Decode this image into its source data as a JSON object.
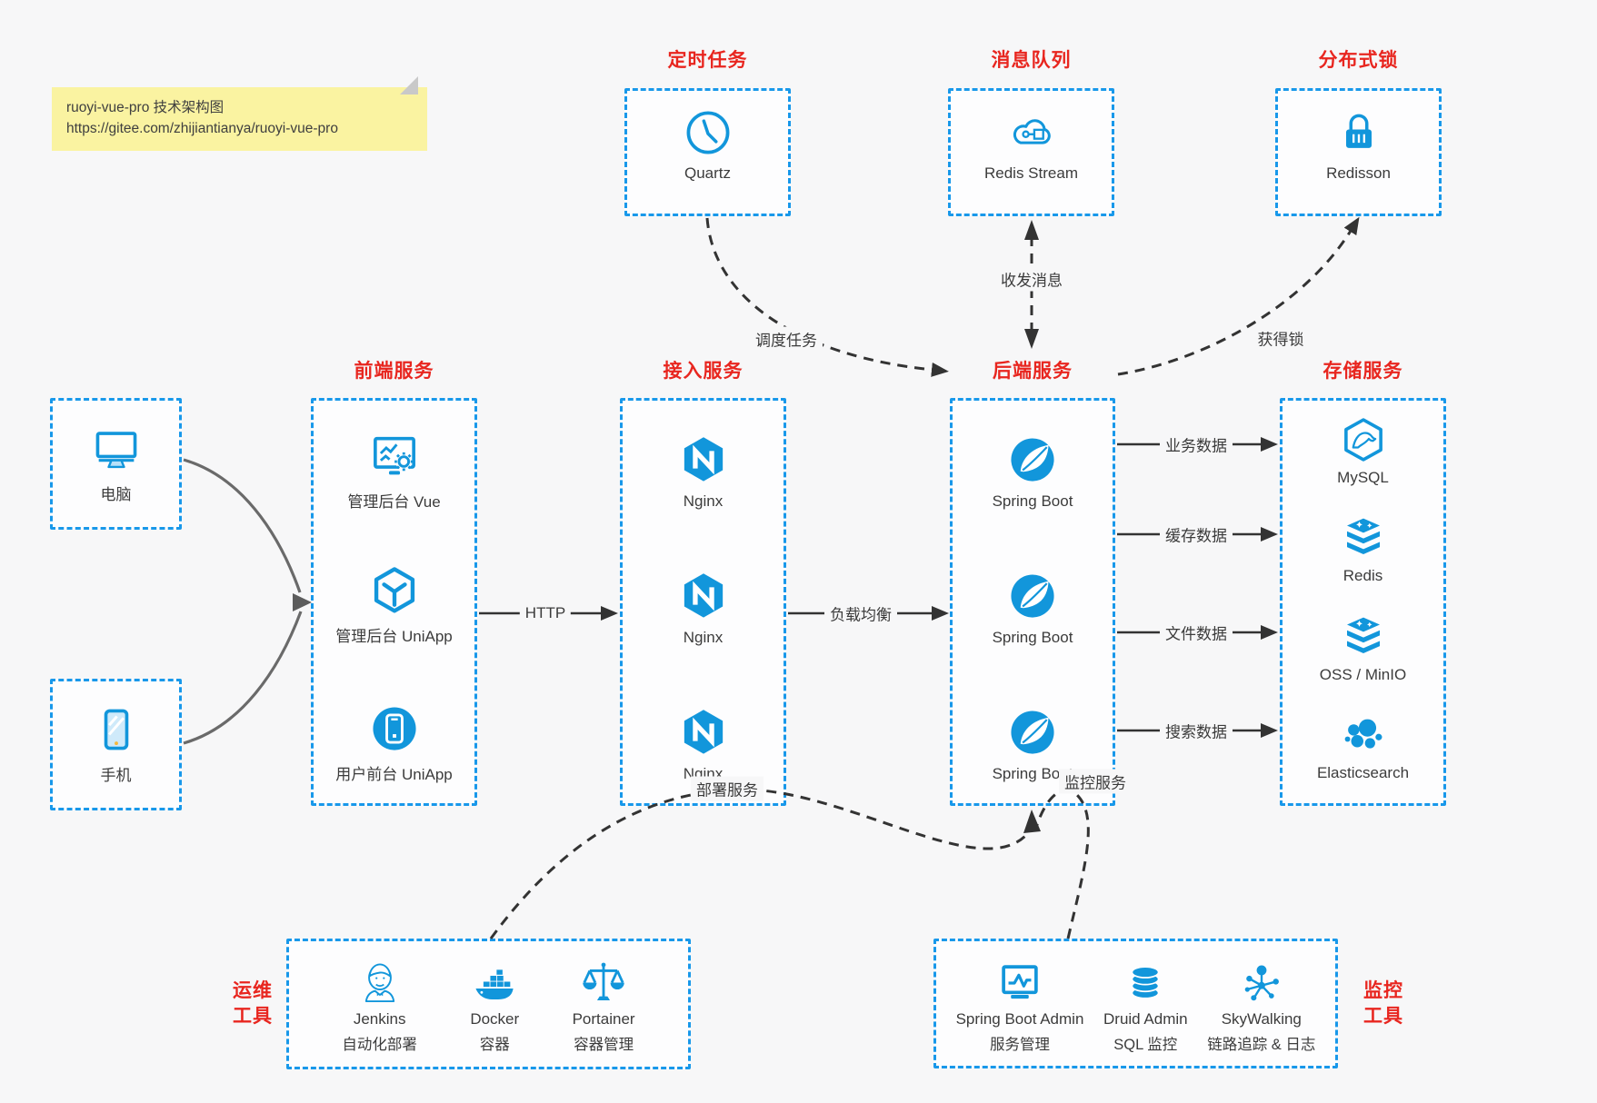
{
  "note": {
    "line1": "ruoyi-vue-pro 技术架构图",
    "line2": "https://gitee.com/zhijiantianya/ruoyi-vue-pro"
  },
  "colors": {
    "accent_blue": "#1296db",
    "border_blue": "#1898ea",
    "title_red": "#e8261f"
  },
  "top_boxes": [
    {
      "title": "定时任务",
      "label": "Quartz",
      "icon": "clock-icon"
    },
    {
      "title": "消息队列",
      "label": "Redis Stream",
      "icon": "cloud-mq-icon"
    },
    {
      "title": "分布式锁",
      "label": "Redisson",
      "icon": "lock-icon"
    }
  ],
  "clients": [
    {
      "label": "电脑",
      "icon": "desktop-icon"
    },
    {
      "label": "手机",
      "icon": "phone-icon"
    }
  ],
  "columns": {
    "frontend": {
      "title": "前端服务",
      "items": [
        {
          "label": "管理后台 Vue"
        },
        {
          "label": "管理后台 UniApp"
        },
        {
          "label": "用户前台 UniApp"
        }
      ]
    },
    "gateway": {
      "title": "接入服务",
      "items": [
        {
          "label": "Nginx"
        },
        {
          "label": "Nginx"
        },
        {
          "label": "Nginx"
        }
      ]
    },
    "backend": {
      "title": "后端服务",
      "items": [
        {
          "label": "Spring Boot"
        },
        {
          "label": "Spring Boot"
        },
        {
          "label": "Spring Boot"
        }
      ]
    },
    "storage": {
      "title": "存储服务",
      "items": [
        {
          "label": "MySQL"
        },
        {
          "label": "Redis"
        },
        {
          "label": "OSS / MinIO"
        },
        {
          "label": "Elasticsearch"
        }
      ]
    }
  },
  "ops": {
    "title_line1": "运维",
    "title_line2": "工具",
    "items": [
      {
        "name": "Jenkins",
        "desc": "自动化部署"
      },
      {
        "name": "Docker",
        "desc": "容器"
      },
      {
        "name": "Portainer",
        "desc": "容器管理"
      }
    ]
  },
  "monitoring": {
    "title_line1": "监控",
    "title_line2": "工具",
    "items": [
      {
        "name": "Spring Boot Admin",
        "desc": "服务管理"
      },
      {
        "name": "Druid Admin",
        "desc": "SQL 监控"
      },
      {
        "name": "SkyWalking",
        "desc": "链路追踪 & 日志"
      }
    ]
  },
  "edges": {
    "http": "HTTP",
    "load_balance": "负载均衡",
    "schedule": "调度任务",
    "message": "收发消息",
    "lock": "获得锁",
    "business": "业务数据",
    "cache": "缓存数据",
    "file": "文件数据",
    "search": "搜索数据",
    "deploy": "部署服务",
    "monitor": "监控服务"
  }
}
